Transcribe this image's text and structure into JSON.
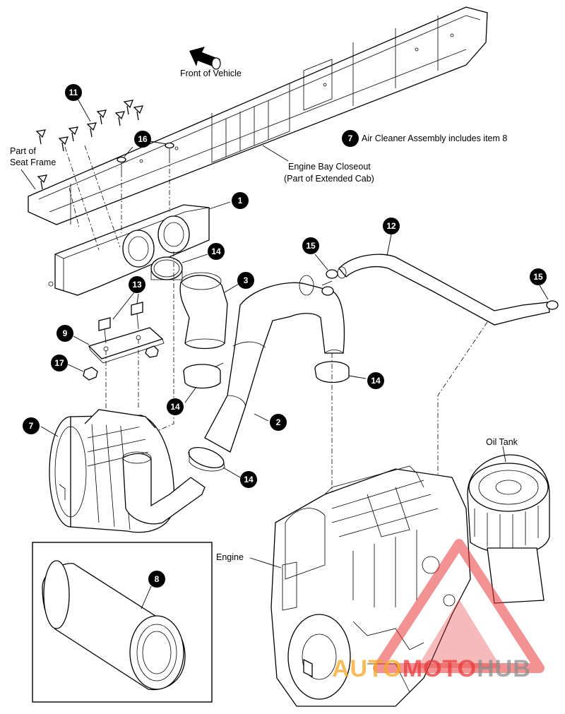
{
  "labels": {
    "front_of_vehicle": "Front of Vehicle",
    "part_of_seat_frame_1": "Part of",
    "part_of_seat_frame_2": "Seat Frame",
    "engine_bay_closeout_1": "Engine Bay Closeout",
    "engine_bay_closeout_2": "(Part of Extended Cab)",
    "air_cleaner_note": "Air Cleaner Assembly includes item 8",
    "oil_tank": "Oil Tank",
    "engine": "Engine"
  },
  "callouts": [
    {
      "id": "c1",
      "num": "1"
    },
    {
      "id": "c2",
      "num": "2"
    },
    {
      "id": "c3",
      "num": "3"
    },
    {
      "id": "c7",
      "num": "7"
    },
    {
      "id": "c7n",
      "num": "7"
    },
    {
      "id": "c8",
      "num": "8"
    },
    {
      "id": "c9",
      "num": "9"
    },
    {
      "id": "c11",
      "num": "11"
    },
    {
      "id": "c12",
      "num": "12"
    },
    {
      "id": "c13",
      "num": "13"
    },
    {
      "id": "c14a",
      "num": "14"
    },
    {
      "id": "c14b",
      "num": "14"
    },
    {
      "id": "c14c",
      "num": "14"
    },
    {
      "id": "c14d",
      "num": "14"
    },
    {
      "id": "c15a",
      "num": "15"
    },
    {
      "id": "c15b",
      "num": "15"
    },
    {
      "id": "c16",
      "num": "16"
    },
    {
      "id": "c17",
      "num": "17"
    }
  ],
  "watermark": {
    "part1": "AUTO",
    "part2": "MOTO",
    "part3": "HUB",
    "color_orange": "#f5a623",
    "color_red": "#e8393a",
    "color_grey": "#8c8c8c"
  }
}
